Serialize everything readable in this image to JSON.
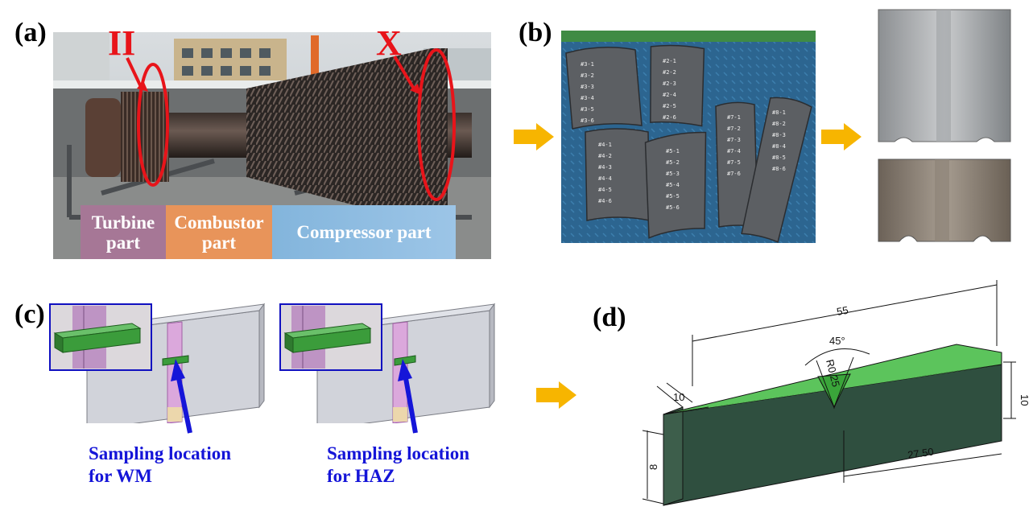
{
  "panels": {
    "a": "(a)",
    "b": "(b)",
    "c": "(c)",
    "d": "(d)"
  },
  "panel_a": {
    "marker_left": "II",
    "marker_right": "X",
    "parts": {
      "turbine": "Turbine\npart",
      "combustor": "Combustor\npart",
      "compressor": "Compressor part"
    },
    "colors": {
      "turbine": "#a67796",
      "combustor": "#e8945a",
      "compressor": "#83b5dc",
      "marker": "#e8141a"
    }
  },
  "panel_b": {
    "segment_tags": [
      "#3-1",
      "#3-2",
      "#3-3",
      "#3-4",
      "#3-5",
      "#3-6",
      "#2-1",
      "#2-2",
      "#2-3",
      "#2-4",
      "#2-5",
      "#2-6",
      "#4-1",
      "#4-2",
      "#4-3",
      "#4-4",
      "#4-5",
      "#4-6",
      "#5-1",
      "#5-2",
      "#5-3",
      "#5-4",
      "#5-5",
      "#5-6",
      "#7-1",
      "#7-2",
      "#7-3",
      "#7-4",
      "#7-5",
      "#7-6",
      "#8-1",
      "#8-2",
      "#8-3",
      "#8-4",
      "#8-5",
      "#8-6"
    ]
  },
  "panel_c": {
    "label_wm": "Sampling location\nfor WM",
    "label_haz": "Sampling location\nfor HAZ",
    "colors": {
      "arrow": "#1515d8",
      "weld": "#d9a3d9",
      "specimen": "#3b9c3b"
    }
  },
  "panel_d": {
    "dims": {
      "length": "55",
      "notch_angle": "45°",
      "notch_radius": "R0.25",
      "height": "10",
      "width_top": "10",
      "notch_pos": "27.50",
      "thickness": "8"
    },
    "colors": {
      "top": "#5cc45c",
      "front": "#2f4f3f",
      "side": "#3d5e4b"
    }
  },
  "arrow_color": "#f7b500"
}
